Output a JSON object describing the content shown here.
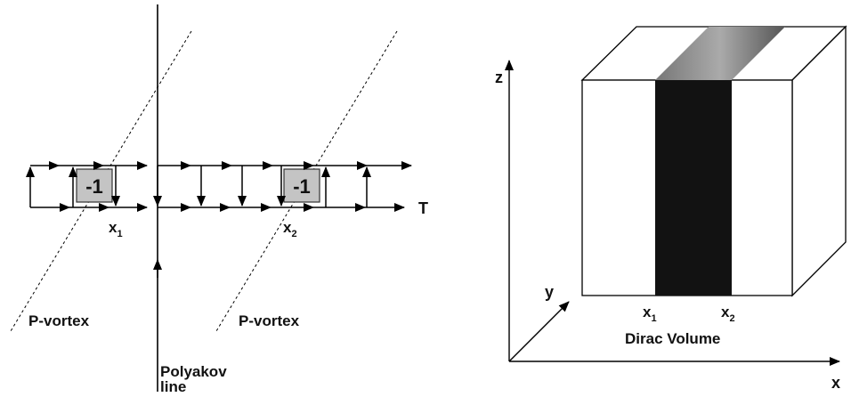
{
  "left_panel": {
    "plaquette_value_1": "-1",
    "plaquette_value_2": "-1",
    "x1_label": "x",
    "x1_sub": "1",
    "x2_label": "x",
    "x2_sub": "2",
    "time_axis_label": "T",
    "vortex_label_1": "P-vortex",
    "vortex_label_2": "P-vortex",
    "polyakov_label_line1": "Polyakov",
    "polyakov_label_line2": "line"
  },
  "right_panel": {
    "z_axis_label": "z",
    "y_axis_label": "y",
    "x_axis_label": "x",
    "x1_label": "x",
    "x1_sub": "1",
    "x2_label": "x",
    "x2_sub": "2",
    "volume_label": "Dirac Volume"
  }
}
